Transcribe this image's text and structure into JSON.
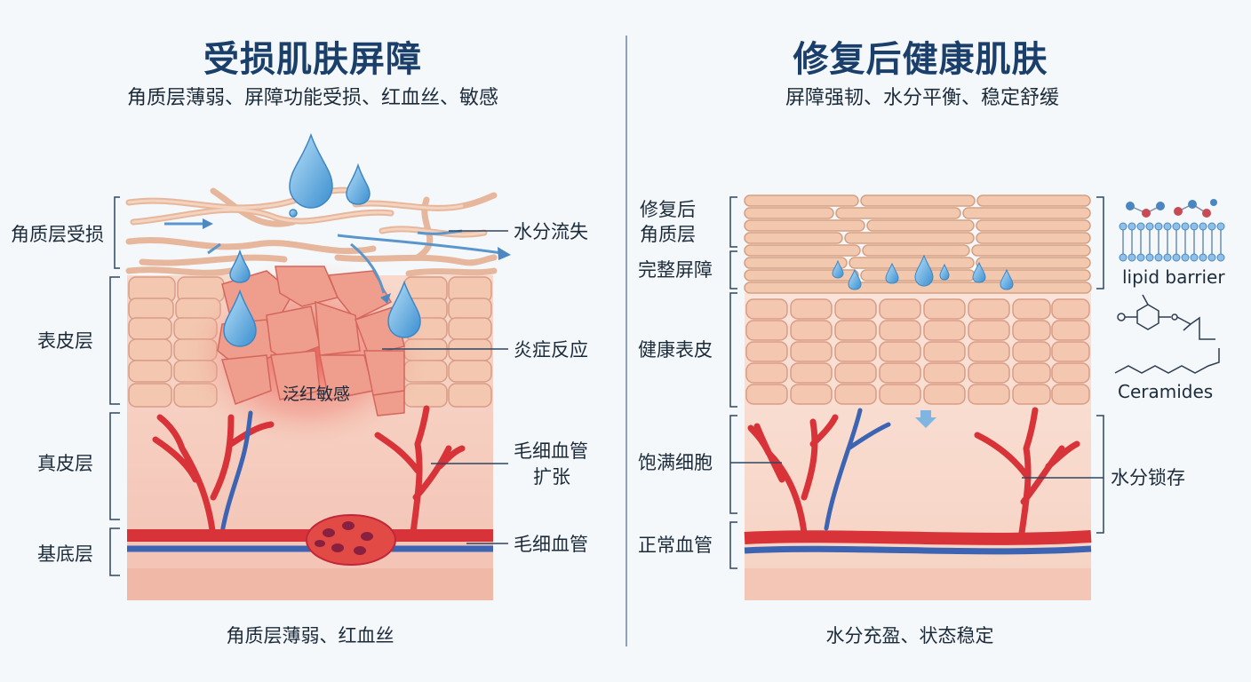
{
  "left": {
    "title": "受损肌肤屏障",
    "subtitle": "角质层薄弱、屏障功能受损、红血丝、敏感",
    "layers": {
      "stratum": "角质层受损",
      "epidermis": "表皮层",
      "dermis": "真皮层",
      "basal": "基底层"
    },
    "callouts": {
      "water_loss": "水分流失",
      "inflammation": "炎症反应",
      "capillary_dilation_1": "毛细血管",
      "capillary_dilation_2": "扩张",
      "capillary": "毛细血管"
    },
    "center_label": "泛红敏感",
    "caption": "角质层薄弱、红血丝"
  },
  "right": {
    "title": "修复后健康肌肤",
    "subtitle": "屏障强韧、水分平衡、稳定舒缓",
    "layers": {
      "stratum_1": "修复后",
      "stratum_2": "角质层",
      "barrier": "完整屏障",
      "epidermis": "健康表皮",
      "cells": "饱满细胞",
      "vessels": "正常血管"
    },
    "callouts": {
      "lipid": "lipid barrier",
      "ceramides": "Ceramides",
      "water_lock": "水分锁存"
    },
    "caption": "水分充盈、状态稳定"
  },
  "colors": {
    "title": "#1b3f6b",
    "skin": "#f6d6c3",
    "cell": "#f3c7b0",
    "inflamed": "#e8635a",
    "artery": "#d9333a",
    "vein": "#3d63b3",
    "water": "#5aa6dd"
  }
}
